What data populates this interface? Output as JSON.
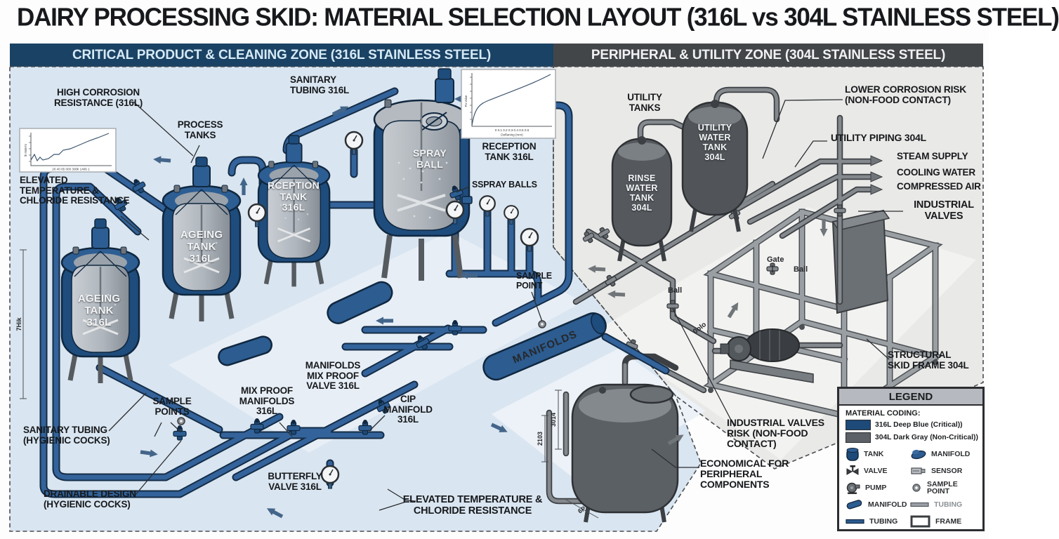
{
  "palette": {
    "deep_blue_316l": "#1d4a78",
    "dark_gray_304l": "#5c6167",
    "zone_left_bg": "#d9e5f0",
    "zone_right_bg": "#e9e9e7",
    "zone_left_header_bg": "#1a4264",
    "zone_right_header_bg": "#434649"
  },
  "title": "DAIRY PROCESSING SKID: MATERIAL SELECTION LAYOUT (316L vs 304L STAINLESS STEEL)",
  "zones": {
    "left_header": "CRITICAL PRODUCT & CLEANING ZONE (316L STAINLESS STEEL)",
    "right_header": "PERIPHERAL & UTILITY ZONE (304L STAINLESS STEEL)"
  },
  "left": {
    "high_corrosion": "HIGH CORROSION\nRESISTANCE (316L)",
    "process_tanks": "PROCESS\nTANKS",
    "sanitary_tubing_316l": "SANITARY\nTUBING 316L",
    "elevated_left": "ELEVATED\nTEMPERATURE &\nCHLORIDE RESISTANCE",
    "reception_callout": "RECEPTION\nTANK 316L",
    "spray_balls": "SSPRAY BALLS",
    "spray_ball_tank": "SPRAY\nBALL",
    "ageing_tank_1": "AGEING\nTANK\n316L",
    "ageing_tank_2": "AGEING\nTANK\n316L",
    "reception_tank": "RCEPTION\nTANK\n316L",
    "sample_points": "SAMPLE\nPOINTS",
    "sample_point": "SAMPLE\nPOINT",
    "sanitary_hyg_t": "SANITARY TUBING",
    "sanitary_hyg_s": "(HYGIENIC COCKS)",
    "drainable_t": "DRAINABLE DESIGN",
    "drainable_s": "(HYGIENIC COCKS)",
    "mix_proof": "MIX PROOF\nMANIFOLDS\n316L",
    "manifolds_mpv": "MANIFOLDS\nMIX PROOF\nVALVE 316L",
    "cip": "CIP\nMANIFOLD\n316L",
    "butterfly": "BUTTERFLY\nVALVE 316L",
    "elevated_bottom": "ELEVATED TEMPERATURE &\nCHLORIDE RESISTANCE",
    "manifolds_pipe": "MANIFOLDS",
    "dim_left": "7Hik",
    "dim_3014": "3014",
    "dim_2103": "2103",
    "dim_6p": "6P"
  },
  "right": {
    "utility_tanks": "UTILITY\nTANKS",
    "utility_water_tank": "UTILITY\nWATER\nTANK\n304L",
    "rinse_water_tank": "RINSE\nWATER\nTANK\n304L",
    "lower_corrosion": "LOWER CORROSION RISK\n(NON-FOOD CONTACT)",
    "utility_piping": "UTILITY PIPING 304L",
    "steam": "STEAM SUPPLY",
    "cooling": "COOLING WATER",
    "compressed": "COMPRESSED AIR",
    "industrial_valves": "INDUSTRIAL\nVALVES",
    "structural": "STRUCTURAL\nSKID FRAME 304L",
    "iv_risk_t": "INDUSTRIAL VALVES",
    "iv_risk_s": "RISK (NON-FOOD\nCONTACT)",
    "economical": "ECONOMICAL FOR\nPERIPHERAL\nCOMPONENTS",
    "gate": "Gate",
    "ball_frame": "Ball",
    "ball": "Ball",
    "olo": "0olo"
  },
  "legend": {
    "title": "LEGEND",
    "material_coding": "MATERIAL CODING:",
    "mat_316l": "316L Deep Blue (Critical))",
    "mat_304l": "304L Dark Gray (Non-Critical))",
    "tank": "TANK",
    "valve": "VALVE",
    "pump": "PUMP",
    "manifold_l": "MANIFOLD",
    "tubing_l": "TUBING",
    "manifold_r": "MANIFOLD",
    "sensor": "SENSOR",
    "sample_point": "SAMPLE\nPOINT",
    "tubing_r": "TUBING",
    "frame": "FRAME"
  },
  "insets": {
    "c1_xticks": "20    40    65    000    300k   1406 1",
    "c1_ylabel": "lb MnB-hr",
    "c2_xticks": "0     0.1    0.2    0.3    0.4    0.5    0.6",
    "c2_xlabel": "Deflaning (mm)",
    "c2_ylabel": "Pa Value"
  }
}
